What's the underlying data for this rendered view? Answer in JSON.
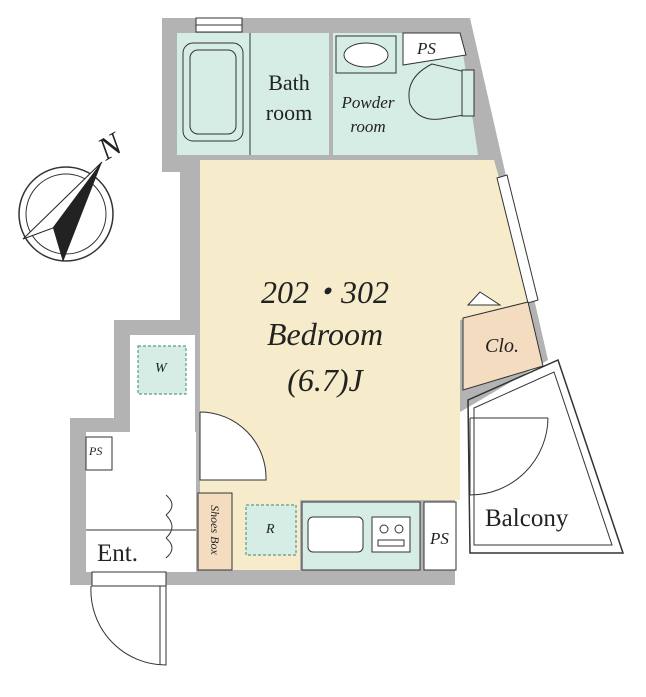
{
  "unit": {
    "label": "202・302",
    "room": "Bedroom",
    "size": "(6.7)J"
  },
  "rooms": {
    "bath": [
      "Bath",
      "room"
    ],
    "powder": [
      "Powder",
      "room"
    ],
    "closet": "Clo.",
    "balcony": "Balcony",
    "entrance": "Ent.",
    "shoes_box": "Shoes Box"
  },
  "markers": {
    "ps": "PS",
    "washer": "W",
    "fridge": "R"
  },
  "compass": {
    "north": "N"
  },
  "colors": {
    "wall": "#b3b3b3",
    "bedroom": "#f6eccb",
    "wet_area": "#d6ede6",
    "closet": "#f3dcc0",
    "dashed": "#5c9a85",
    "line": "#333333"
  }
}
